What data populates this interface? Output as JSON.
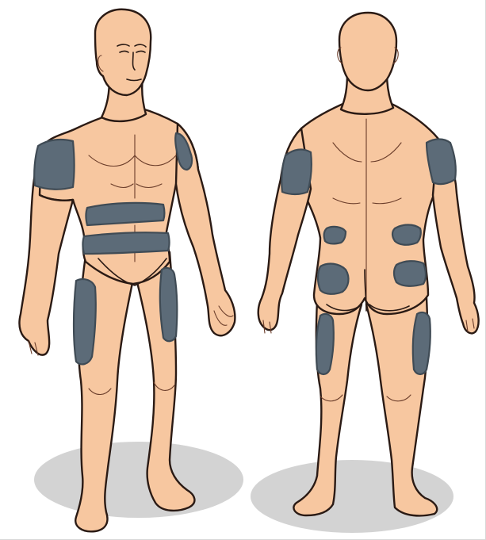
{
  "illustration": {
    "views": [
      "front",
      "back"
    ],
    "colors": {
      "background": "#ffffff",
      "skin": "#f7c7a0",
      "skin_shadow": "#e9a983",
      "outline": "#2a1a14",
      "injection_zone": "#5c6b78",
      "injection_zone_edge": "#3f4b55",
      "ground_shadow": "#d3d3d3"
    },
    "front_zones": [
      "left-upper-arm",
      "right-upper-arm",
      "upper-abdomen-band",
      "lower-abdomen-band",
      "right-outer-thigh",
      "left-outer-thigh"
    ],
    "back_zones": [
      "left-upper-arm",
      "right-upper-arm",
      "left-upper-buttock",
      "right-upper-buttock",
      "left-lower-buttock",
      "right-lower-buttock",
      "left-outer-thigh",
      "right-outer-thigh"
    ]
  }
}
